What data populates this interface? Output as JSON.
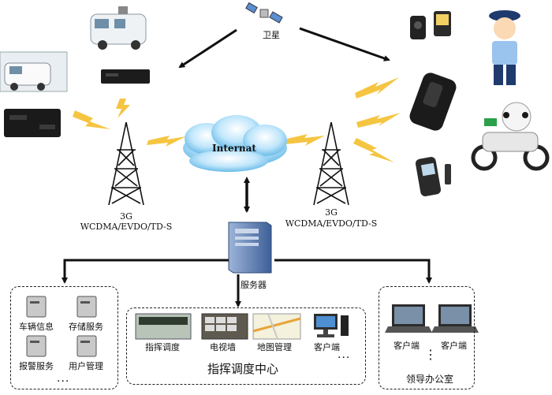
{
  "satellite": {
    "label": "卫星",
    "icon": "satellite-icon"
  },
  "internet": {
    "label": "Internat",
    "icon": "cloud-icon"
  },
  "tower_left": {
    "gen": "3G",
    "standards": "WCDMA/EVDO/TD-S",
    "icon": "cell-tower-icon"
  },
  "tower_right": {
    "gen": "3G",
    "standards": "WCDMA/EVDO/TD-S",
    "icon": "cell-tower-icon"
  },
  "server": {
    "label": "服务器",
    "icon": "server-icon"
  },
  "left_group": {
    "items": [
      {
        "label": "车辆信息",
        "icon": "server-tower-icon"
      },
      {
        "label": "存储服务",
        "icon": "server-tower-icon"
      },
      {
        "label": "报警服务",
        "icon": "server-tower-icon"
      },
      {
        "label": "用户管理",
        "icon": "server-tower-icon"
      }
    ],
    "more": "···"
  },
  "center_group": {
    "title": "指挥调度中心",
    "items": [
      {
        "label": "指挥调度",
        "icon": "control-room-icon"
      },
      {
        "label": "电视墙",
        "icon": "video-wall-icon"
      },
      {
        "label": "地图管理",
        "icon": "map-icon"
      },
      {
        "label": "客户端",
        "icon": "desktop-computer-icon"
      }
    ],
    "more": "···"
  },
  "right_group": {
    "title": "领导办公室",
    "items": [
      {
        "label": "客户端",
        "icon": "laptop-icon"
      },
      {
        "label": "客户端",
        "icon": "laptop-icon"
      }
    ],
    "more": "⋮"
  },
  "colors": {
    "lightning": "#f5c542",
    "cloud": "#7ec8f0",
    "arrow": "#111111",
    "server_blue": "#5b7fb8"
  }
}
